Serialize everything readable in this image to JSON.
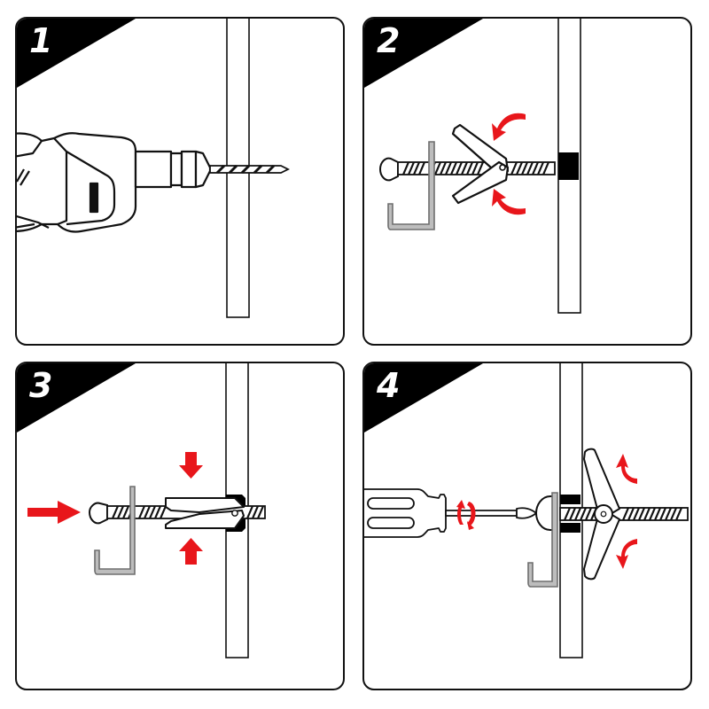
{
  "diagram": {
    "type": "step-by-step instruction illustration",
    "subject": "Installing a spring toggle bolt with a hook in a hollow wall",
    "colors": {
      "outline": "#111111",
      "accent_arrow": "#e8161b",
      "hook_gray": "#8a8a8a",
      "badge_bg": "#000000",
      "badge_text": "#ffffff"
    },
    "steps": [
      {
        "number": "1",
        "depiction": "Power drill with bit drilling a hole through the wall",
        "elements": [
          "drill",
          "drill-bit",
          "wall"
        ]
      },
      {
        "number": "2",
        "depiction": "Thread hook onto bolt; fold toggle wings back (red arrows) to insert through hole",
        "elements": [
          "bolt",
          "hook",
          "toggle-wings-open",
          "wall-hole",
          "red-curved-arrows-x2"
        ]
      },
      {
        "number": "3",
        "depiction": "Push folded toggle through the hole in the wall (red arrows show compression and push)",
        "elements": [
          "bolt",
          "hook",
          "toggle-wings-folded",
          "wall",
          "red-push-arrow",
          "red-squeeze-arrows-x2"
        ]
      },
      {
        "number": "4",
        "depiction": "Wings spring open behind the wall; tighten bolt with screwdriver",
        "elements": [
          "screwdriver",
          "rotation-arrow",
          "bolt",
          "hook",
          "wall",
          "toggle-wings-open-behind-wall",
          "red-curved-arrows-x2"
        ]
      }
    ]
  }
}
